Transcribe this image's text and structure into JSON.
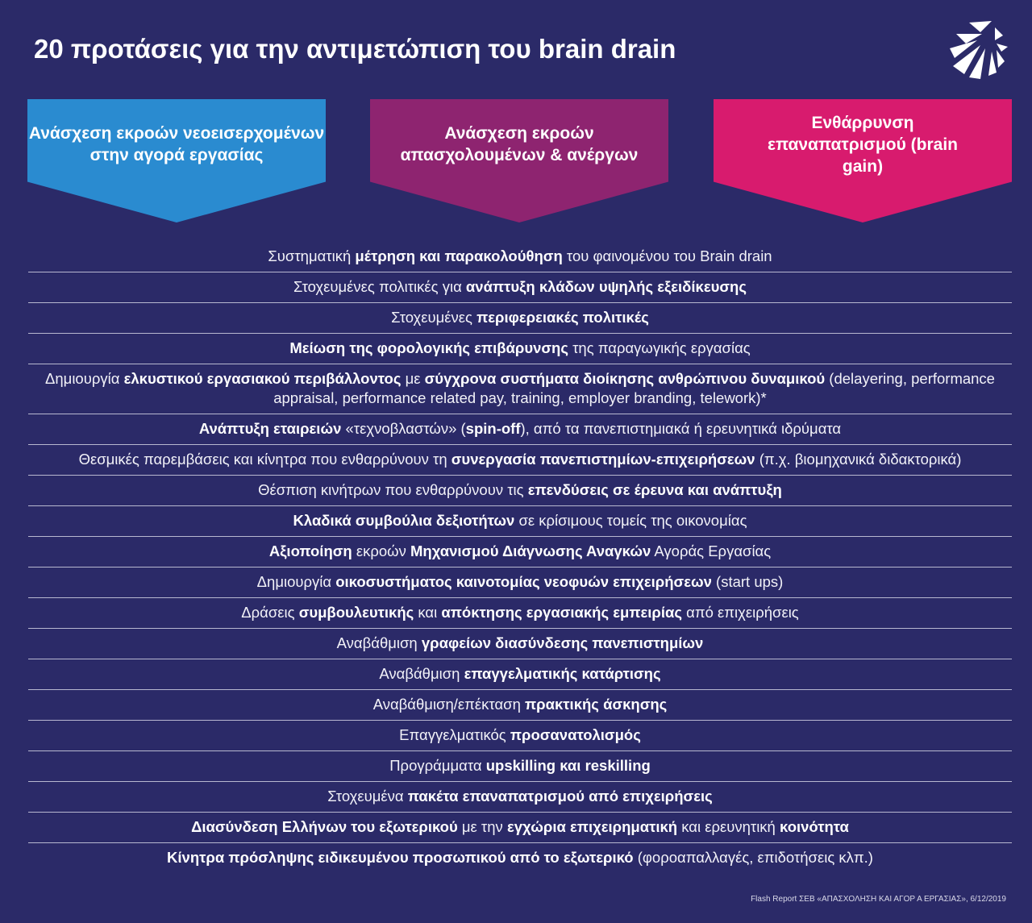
{
  "title": "20 προτάσεις για την αντιμετώπιση του brain drain",
  "colors": {
    "background": "#2b2a68",
    "blue": "#2a8bd0",
    "purple": "#8e2470",
    "pink": "#d81b6e"
  },
  "categories": [
    {
      "label": "Ανάσχεση εκροών νεοεισερχομένων στην αγορά εργασίας"
    },
    {
      "label": "Ανάσχεση εκροών απασχολουμένων & ανέργων"
    },
    {
      "label": "Ενθάρρυνση επαναπατρισμού (brain gain)"
    }
  ],
  "rows": [
    [
      {
        "t": "Συστηματική "
      },
      {
        "t": "μέτρηση και παρακολούθηση",
        "b": true
      },
      {
        "t": " του φαινομένου του Brain drain"
      }
    ],
    [
      {
        "t": "Στοχευμένες πολιτικές για "
      },
      {
        "t": "ανάπτυξη κλάδων υψηλής εξειδίκευσης",
        "b": true
      }
    ],
    [
      {
        "t": "Στοχευμένες "
      },
      {
        "t": "περιφερειακές πολιτικές",
        "b": true
      }
    ],
    [
      {
        "t": "Μείωση της φορολογικής επιβάρυνσης",
        "b": true
      },
      {
        "t": " της παραγωγικής εργασίας"
      }
    ],
    [
      {
        "t": "Δημιουργία "
      },
      {
        "t": "ελκυστικού εργασιακού περιβάλλοντος",
        "b": true
      },
      {
        "t": " με "
      },
      {
        "t": "σύγχρονα συστήματα διοίκησης ανθρώπινου δυναμικού",
        "b": true
      },
      {
        "t": " (delayering, performance appraisal, performance related pay, training, employer branding, telework)*"
      }
    ],
    [
      {
        "t": "Ανάπτυξη εταιρειών",
        "b": true
      },
      {
        "t": " «τεχνοβλαστών» ("
      },
      {
        "t": "spin-off",
        "b": true
      },
      {
        "t": "), από τα πανεπιστημιακά ή ερευνητικά ιδρύματα"
      }
    ],
    [
      {
        "t": "Θεσμικές παρεμβάσεις και κίνητρα που ενθαρρύνουν τη "
      },
      {
        "t": "συνεργασία πανεπιστημίων-επιχειρήσεων",
        "b": true
      },
      {
        "t": " (π.χ. βιομηχανικά διδακτορικά)"
      }
    ],
    [
      {
        "t": "Θέσπιση κινήτρων που ενθαρρύνουν τις "
      },
      {
        "t": "επενδύσεις σε έρευνα και ανάπτυξη",
        "b": true
      }
    ],
    [
      {
        "t": "Κλαδικά  συμβούλια δεξιοτήτων",
        "b": true
      },
      {
        "t": " σε κρίσιμους τομείς της οικονομίας"
      }
    ],
    [
      {
        "t": "Αξιοποίηση",
        "b": true
      },
      {
        "t": " εκροών "
      },
      {
        "t": "Μηχανισμού Διάγνωσης Αναγκών",
        "b": true
      },
      {
        "t": " Αγοράς Εργασίας"
      }
    ],
    [
      {
        "t": "Δημιουργία "
      },
      {
        "t": "οικοσυστήματος καινοτομίας νεοφυών επιχειρήσεων",
        "b": true
      },
      {
        "t": " (start ups)"
      }
    ],
    [
      {
        "t": "Δράσεις "
      },
      {
        "t": "συμβουλευτικής",
        "b": true
      },
      {
        "t": " και "
      },
      {
        "t": "απόκτησης εργασιακής εμπειρίας",
        "b": true
      },
      {
        "t": " από επιχειρήσεις"
      }
    ],
    [
      {
        "t": "Αναβάθμιση "
      },
      {
        "t": "γραφείων διασύνδεσης πανεπιστημίων",
        "b": true
      }
    ],
    [
      {
        "t": "Αναβάθμιση "
      },
      {
        "t": "επαγγελματικής κατάρτισης",
        "b": true
      }
    ],
    [
      {
        "t": "Αναβάθμιση/επέκταση "
      },
      {
        "t": "πρακτικής άσκησης",
        "b": true
      }
    ],
    [
      {
        "t": "Επαγγελματικός "
      },
      {
        "t": "προσανατολισμός",
        "b": true
      }
    ],
    [
      {
        "t": "Προγράμματα "
      },
      {
        "t": "upskilling και reskilling",
        "b": true
      }
    ],
    [
      {
        "t": "Στοχευμένα "
      },
      {
        "t": "πακέτα επαναπατρισμού από επιχειρήσεις",
        "b": true
      }
    ],
    [
      {
        "t": "Διασύνδεση Ελλήνων του εξωτερικού",
        "b": true
      },
      {
        "t": " με την "
      },
      {
        "t": "εγχώρια επιχειρηματική",
        "b": true
      },
      {
        "t": " και ερευνητική "
      },
      {
        "t": "κοινότητα",
        "b": true
      }
    ],
    [
      {
        "t": "Κίνητρα πρόσληψης ειδικευμένου προσωπικού από το εξωτερικό",
        "b": true
      },
      {
        "t": " (φοροαπαλλαγές, επιδοτήσεις κλπ.)"
      }
    ]
  ],
  "footer": "Flash  Report ΣΕΒ «ΑΠΑΣΧΟΛΗΣΗ  ΚΑΙ ΑΓΟΡ Α ΕΡΓΑΣΙΑΣ», 6/12/2019"
}
